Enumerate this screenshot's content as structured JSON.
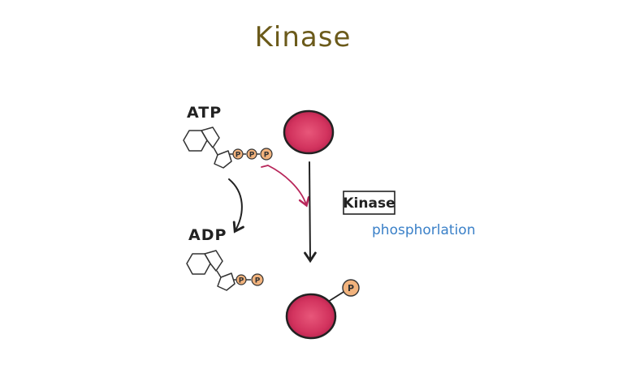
{
  "title": "Kinase",
  "labels": {
    "atp": "ATP",
    "adp": "ADP",
    "enzyme": "Kinase",
    "process": "phosphorlation",
    "phosphate": "P"
  },
  "colors": {
    "title": "#6b5a1a",
    "protein": "#d2335e",
    "phosphate": "#f2b37d",
    "transfer_arrow": "#b8265a",
    "process_text": "#3a80c8",
    "ink": "#222222"
  },
  "atp_phosphate_count": 3,
  "adp_phosphate_count": 2
}
